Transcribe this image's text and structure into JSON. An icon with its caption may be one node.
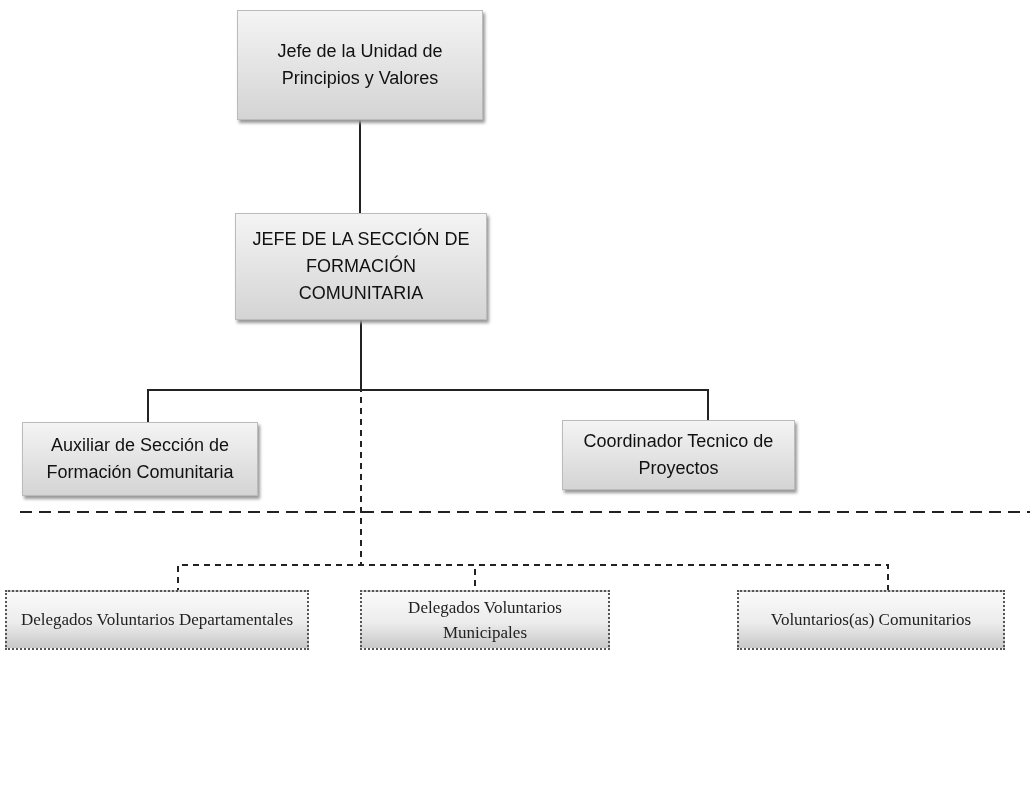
{
  "diagram": {
    "nodes": [
      {
        "text": [
          "Jefe de la Unidad de Principios y Valores"
        ]
      },
      {
        "text": [
          "JEFE DE LA SECCIÓN DE FORMACIÓN COMUNITARIA"
        ]
      },
      {
        "text": [
          "Auxiliar de Sección de Formación Comunitaria"
        ]
      },
      {
        "text": [
          "Coordinador Tecnico de Proyectos"
        ]
      },
      {
        "text": [
          "Delegados Voluntarios Departamentales"
        ]
      },
      {
        "text": [
          "Delegados Voluntarios Municipales"
        ]
      },
      {
        "text": [
          "Voluntarios(as) Comunitarios"
        ]
      }
    ],
    "edges": [
      {
        "from": 0,
        "to": 1,
        "arrow": "none"
      },
      {
        "from": 1,
        "to": 2,
        "arrow": "none"
      },
      {
        "from": 1,
        "to": 3,
        "arrow": "none"
      },
      {
        "from": 1,
        "to": 4,
        "arrow": "none",
        "style": "dashed"
      },
      {
        "from": 1,
        "to": 5,
        "arrow": "none",
        "style": "dashed"
      },
      {
        "from": 1,
        "to": 6,
        "arrow": "none",
        "style": "dashed"
      }
    ]
  }
}
